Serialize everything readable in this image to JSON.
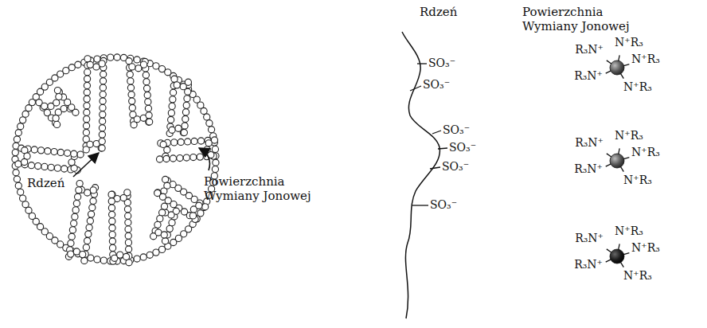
{
  "diagram": {
    "labels": [
      "Rdzeń",
      "Powierzchnia Wymiany Jonowej",
      "Rdzeń",
      "Powierzchnia Wymiany Jonowej",
      "SO₃⁻",
      "SO₃⁻",
      "SO₃⁻",
      "SO₃⁻",
      "SO₃⁻",
      "SO₃⁻",
      "R₃N⁺",
      "N⁺R₃",
      "N⁺R₃",
      "R₃N⁺",
      "N⁺R₃",
      "R₃N⁺",
      "N⁺R₃",
      "N⁺R₃",
      "R₃N⁺",
      "N⁺R₃",
      "R₃N⁺",
      "N⁺R₃",
      "N⁺R₃",
      "R₃N⁺",
      "N⁺R₃"
    ]
  }
}
